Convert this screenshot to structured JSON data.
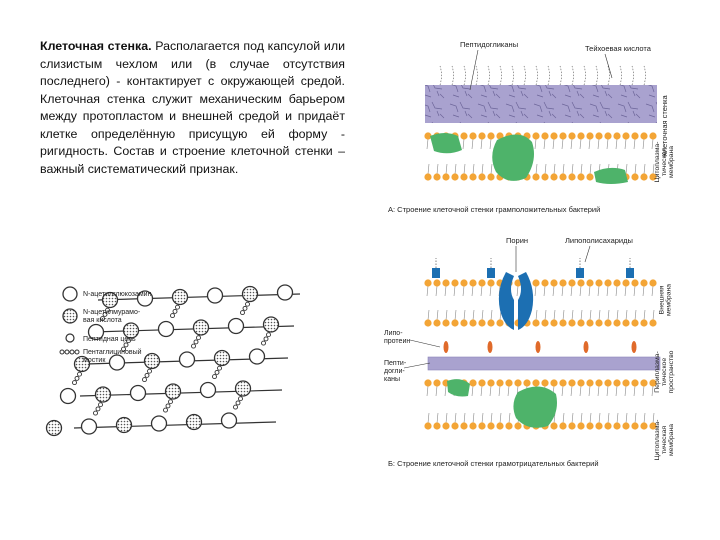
{
  "paragraph": {
    "term": "Клеточная стенка.",
    "text": " Располагается под капсулой или слизистым чехлом или (в случае отсутствия последнего) - контактирует с окружающей средой. Клеточная стенка служит механическим барьером между протопластом и внешней средой и придаёт клетке определённую присущую ей форму - ригидность. Состав и строение клеточной стенки – важный систематический признак."
  },
  "peptidoglycan_diagram": {
    "legend": [
      {
        "symbol": "open-circle",
        "label": "N-ацетилглюкозамин"
      },
      {
        "symbol": "dotted-circle",
        "label": "N-ацетилмурамо-\nвая кислота"
      },
      {
        "symbol": "small-circle",
        "label": "Пептидная цепь"
      },
      {
        "symbol": "chain",
        "label": "Пентаглициновый мостик"
      }
    ]
  },
  "gram_positive": {
    "label_peptidoglycans": "Пептидогликаны",
    "label_teichoic": "Тейхоевая кислота",
    "side_label_wall": "Клеточная стенка",
    "side_label_membrane": "Цитоплазма-\nтическая\nмембрана",
    "caption": "А: Строение клеточной стенки грамположительных бактерий"
  },
  "gram_negative": {
    "label_porin": "Порин",
    "label_lps": "Липополисахариды",
    "label_lipoprotein": "Липо-\nпротеин",
    "label_peptidoglycans": "Пепти-\nдогли-\nканы",
    "side_label_outer": "Внешняя\nмембрана",
    "side_label_periplasm": "Периплазма-\nтическое\nпространство",
    "side_label_cyto": "Цитоплазма-\nтическая\nмембрана",
    "caption": "Б: Строение клеточной стенки грамотрицательных бактерий"
  },
  "colors": {
    "peptidoglycan_layer": "#a9a2cf",
    "lipid_head": "#f3a536",
    "protein": "#4eb36a",
    "porin": "#1c6fb2",
    "lipoprotein": "#e06a2a"
  }
}
